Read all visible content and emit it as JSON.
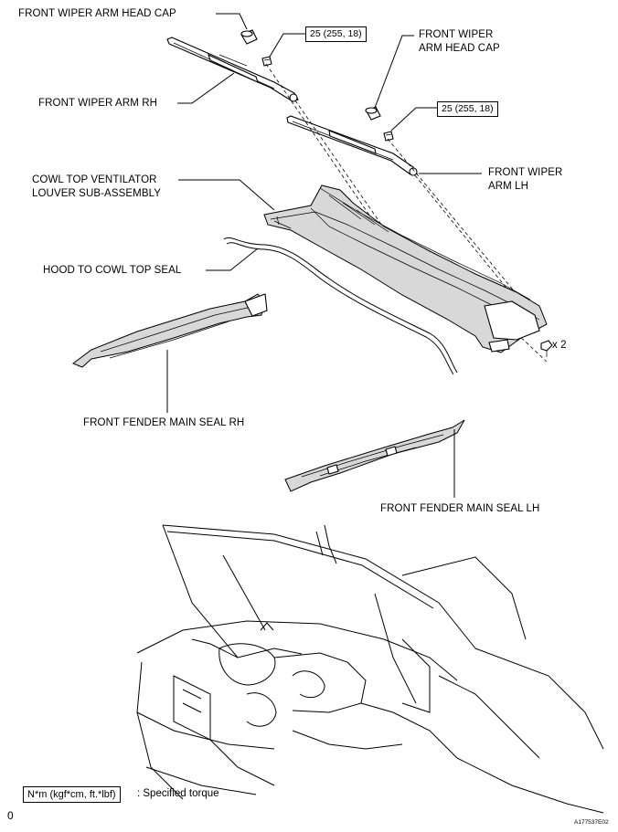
{
  "labels": {
    "cap_rh": "FRONT WIPER ARM HEAD CAP",
    "cap_lh": "FRONT WIPER\nARM HEAD CAP",
    "arm_rh": "FRONT WIPER ARM RH",
    "arm_lh": "FRONT WIPER\nARM LH",
    "louver": "COWL TOP VENTILATOR\nLOUVER SUB-ASSEMBLY",
    "hood_seal": "HOOD TO COWL TOP SEAL",
    "seal_rh": "FRONT FENDER MAIN SEAL RH",
    "seal_lh": "FRONT FENDER MAIN SEAL LH",
    "clip_qty": "x 2"
  },
  "torque": {
    "rh": "25 (255, 18)",
    "lh": "25 (255, 18)"
  },
  "legend": {
    "unit": "N*m (kgf*cm, ft.*lbf)",
    "description": ": Specified torque"
  },
  "footer": {
    "page_mark": "0",
    "figure_id": "A177537E02"
  }
}
